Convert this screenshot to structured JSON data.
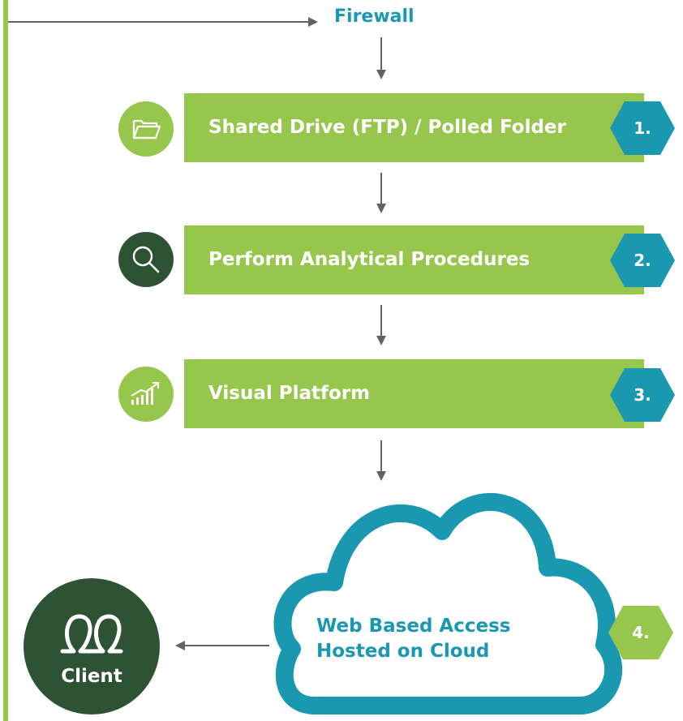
{
  "diagram": {
    "firewall_label": "Firewall",
    "steps": [
      {
        "label": "Shared Drive (FTP) / Polled Folder",
        "number": "1.",
        "icon": "folder-icon"
      },
      {
        "label": "Perform Analytical Procedures",
        "number": "2.",
        "icon": "magnifier-icon"
      },
      {
        "label": "Visual Platform",
        "number": "3.",
        "icon": "growth-chart-icon"
      }
    ],
    "cloud": {
      "line1": "Web Based Access",
      "line2": "Hosted on Cloud",
      "number": "4."
    },
    "client": {
      "label": "Client",
      "icon": "people-icon"
    },
    "colors": {
      "green": "#97c64c",
      "dark_green": "#2e5234",
      "teal": "#1a98b0",
      "arrow_gray": "#5f6368"
    }
  }
}
